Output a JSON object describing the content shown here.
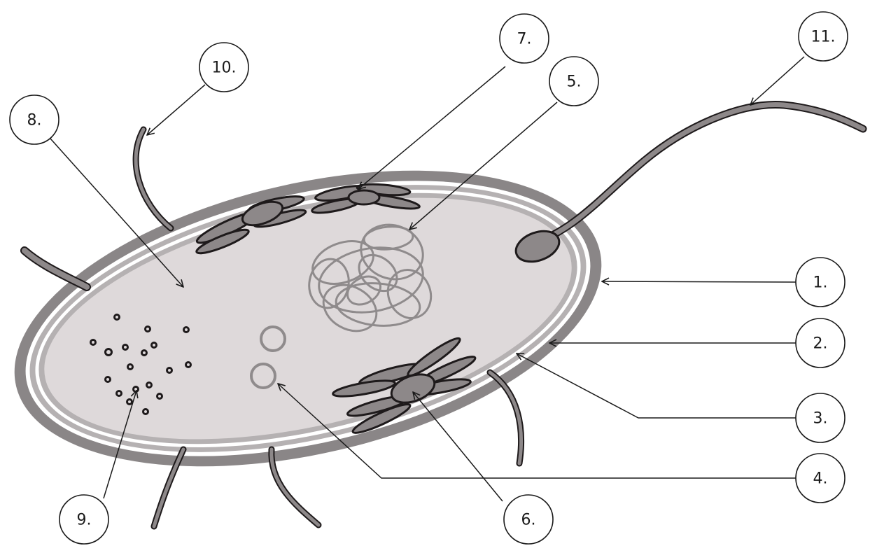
{
  "labels": {
    "l1": "1.",
    "l2": "2.",
    "l3": "3.",
    "l4": "4.",
    "l5": "5.",
    "l6": "6.",
    "l7": "7.",
    "l8": "8.",
    "l9": "9.",
    "l10": "10.",
    "l11": "11."
  },
  "colors": {
    "capsule": "#8a8687",
    "cell_wall": "#b5b1b2",
    "cytoplasm": "#ded9da",
    "organelle_fill": "#8d8889",
    "organelle_stroke": "#1e1a1b",
    "nucleoid": "#8f8b8c",
    "line": "#1a1a1a"
  }
}
